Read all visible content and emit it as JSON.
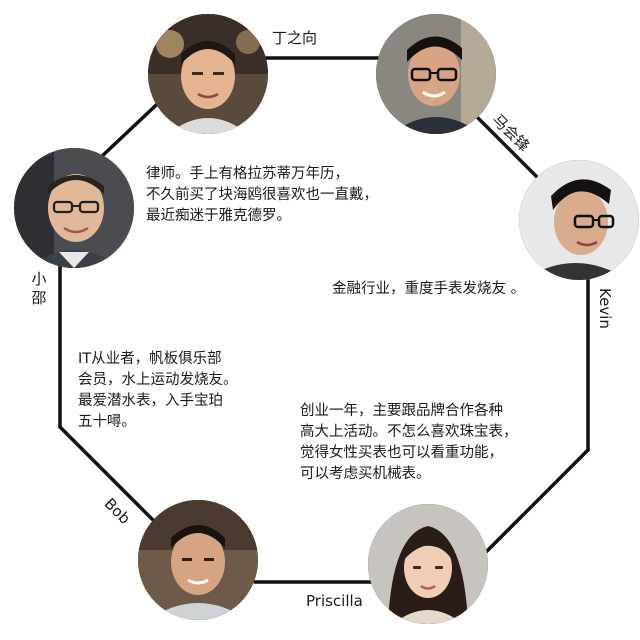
{
  "people": [
    {
      "id": "ding",
      "name": "丁之向",
      "description": [
        "律师。手上有格拉苏蒂万年历，",
        "不久前买了块海鸥很喜欢也一直戴，",
        "最近痴迷于雅克德罗。"
      ]
    },
    {
      "id": "ma",
      "name": "马会锋",
      "description": []
    },
    {
      "id": "kevin",
      "name": "Kevin",
      "description": [
        "金融行业，重度手表发烧友 。"
      ]
    },
    {
      "id": "priscilla",
      "name": "Priscilla",
      "description": [
        "创业一年，主要跟品牌合作各种",
        "高大上活动。不怎么喜欢珠宝表，",
        "觉得女性买表也可以看重功能，",
        "可以考虑买机械表。"
      ]
    },
    {
      "id": "bob",
      "name": "Bob",
      "description": [
        "IT从业者，帆板俱乐部",
        "会员，水上运动发烧友。",
        "最爱潜水表，入手宝珀",
        "五十噚。"
      ]
    },
    {
      "id": "xiaoshao",
      "name": "小邵",
      "description": []
    }
  ],
  "colors": {
    "line": "#111111",
    "text": "#1a1a1a"
  }
}
